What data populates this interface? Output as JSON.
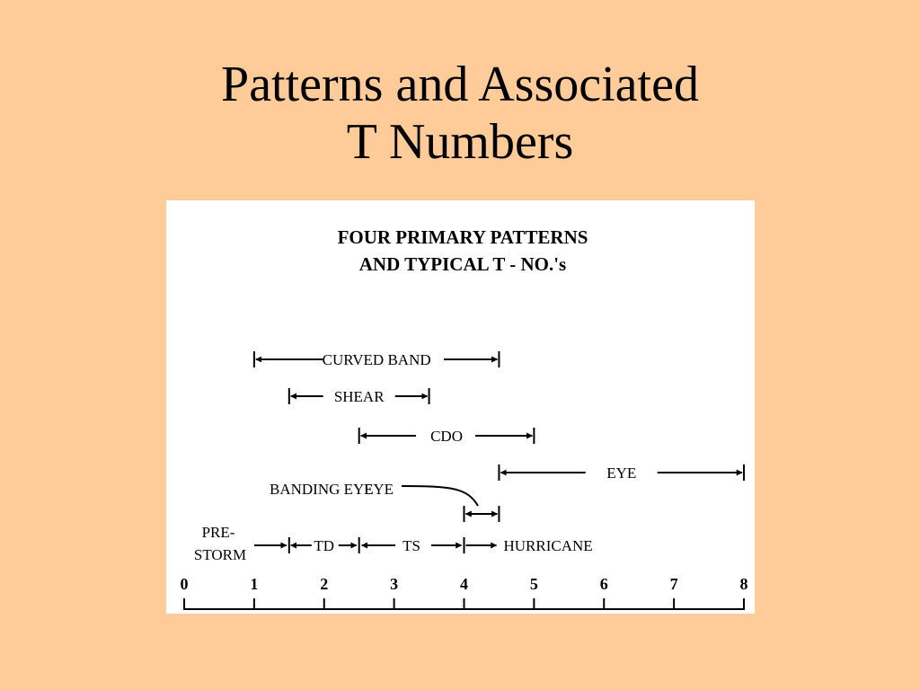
{
  "slide": {
    "title_line1": "Patterns and Associated",
    "title_line2": "T Numbers"
  },
  "figure": {
    "heading_line1": "FOUR PRIMARY PATTERNS",
    "heading_line2": "AND TYPICAL T - NO.'s"
  },
  "scale": {
    "min": 0,
    "max": 8,
    "ticks": [
      "0",
      "1",
      "2",
      "3",
      "4",
      "5",
      "6",
      "7",
      "8"
    ]
  },
  "patterns": [
    {
      "label": "CURVED BAND",
      "start": 1.0,
      "end": 4.5
    },
    {
      "label": "SHEAR",
      "start": 1.5,
      "end": 3.5
    },
    {
      "label": "CDO",
      "start": 2.5,
      "end": 5.0
    },
    {
      "label": "EYE",
      "start": 4.5,
      "end": 8.0
    },
    {
      "label": "BANDING EYE",
      "label2": "EYE",
      "start": 4.0,
      "end": 4.5
    }
  ],
  "stages": [
    {
      "label_line1": "PRE-",
      "label_line2": "STORM",
      "boundary": 1.5
    },
    {
      "label": "TD",
      "start": 1.5,
      "end": 2.5
    },
    {
      "label": "TS",
      "start": 2.5,
      "end": 4.0
    },
    {
      "label": "HURRICANE",
      "start": 4.0
    }
  ]
}
